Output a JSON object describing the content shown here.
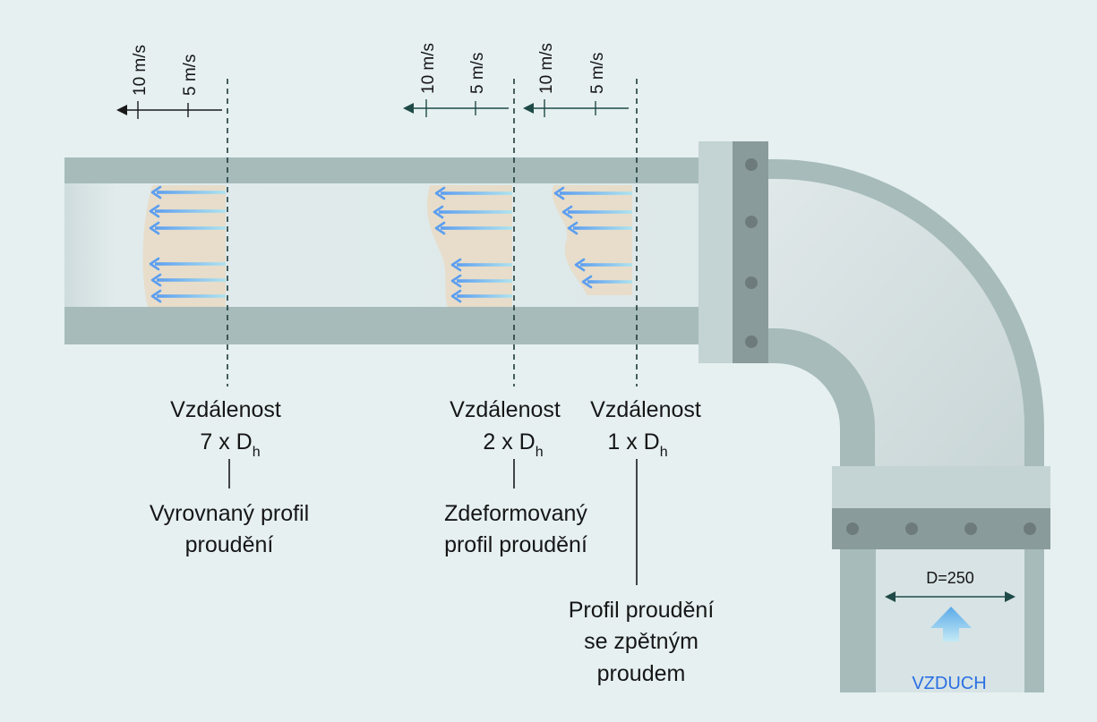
{
  "colors": {
    "background": "#e6f0f1",
    "pipe_wall": "#a7bbbb",
    "pipe_interior": "#dce7e8",
    "flange_dark": "#8a9b9c",
    "bolt": "#6d7b7c",
    "velocity_profile": "#e8dcc7",
    "flow_arrow": "#78aef0",
    "scale_arrow_dark": "#1a1a1a",
    "scale_arrow_teal": "#1f4a48",
    "air_label": "#2a6fe3"
  },
  "scales": [
    {
      "label_10": "10 m/s",
      "label_5": "5 m/s"
    },
    {
      "label_10": "10 m/s",
      "label_5": "5 m/s"
    },
    {
      "label_10": "10 m/s",
      "label_5": "5 m/s"
    }
  ],
  "sections": [
    {
      "distance_label": "Vzdálenost",
      "multiplier": "7 x D",
      "subscript": "h",
      "description_lines": [
        "Vyrovnaný profil",
        "proudění"
      ]
    },
    {
      "distance_label": "Vzdálenost",
      "multiplier": "2 x D",
      "subscript": "h",
      "description_lines": [
        "Zdeformovaný",
        "profil proudění"
      ]
    },
    {
      "distance_label": "Vzdálenost",
      "multiplier": "1 x D",
      "subscript": "h",
      "description_lines": [
        "Profil proudění",
        "se zpětným",
        "proudem"
      ]
    }
  ],
  "inlet": {
    "diameter_label": "D=250",
    "air_label": "VZDUCH"
  }
}
